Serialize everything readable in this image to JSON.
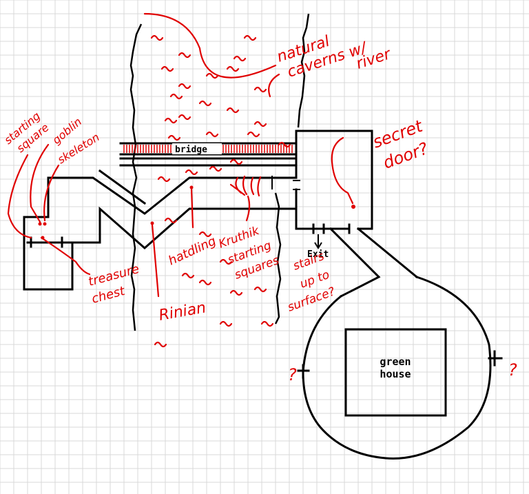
{
  "map": {
    "labels": {
      "bridge": "bridge",
      "exit": "Exit",
      "green_house_line1": "green",
      "green_house_line2": "house"
    },
    "annotations": {
      "natural_caverns_line1": "natural",
      "natural_caverns_line2": "caverns w/",
      "natural_caverns_line3": "river",
      "starting_square_line1": "starting",
      "starting_square_line2": "square",
      "goblin": "goblin",
      "skeleton": "skeleton",
      "secret_door_line1": "secret",
      "secret_door_line2": "door?",
      "treasure_chest_line1": "treasure",
      "treasure_chest_line2": "chest",
      "rinian": "Rinian",
      "hatdling": "hatdling",
      "kruthik_line1": "Kruthik",
      "kruthik_line2": "starting",
      "kruthik_line3": "squares",
      "stairs_line1": "stairs",
      "stairs_line2": "up to",
      "stairs_line3": "surface?",
      "unknown_left": "?",
      "unknown_right": "?"
    },
    "colors": {
      "grid": "#d8d8d8",
      "walls": "#000000",
      "annotation_ink": "#e00000",
      "bridge_hatch": "#e00000"
    }
  }
}
